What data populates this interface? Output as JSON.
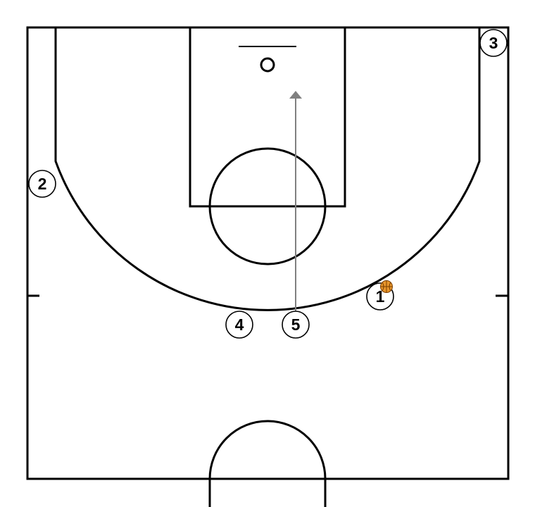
{
  "diagram": {
    "colors": {
      "lines": "#000000",
      "background": "#ffffff",
      "cut_arrow": "#808080",
      "ball": "#e8962c",
      "ball_seams": "#7a3e00"
    },
    "players": [
      {
        "id": "1",
        "label": "1",
        "has_ball": true
      },
      {
        "id": "2",
        "label": "2"
      },
      {
        "id": "3",
        "label": "3"
      },
      {
        "id": "4",
        "label": "4"
      },
      {
        "id": "5",
        "label": "5"
      }
    ],
    "actions": [
      {
        "type": "cut",
        "player": "5",
        "direction": "to-basket"
      }
    ],
    "ball_icon": "basketball-icon"
  }
}
